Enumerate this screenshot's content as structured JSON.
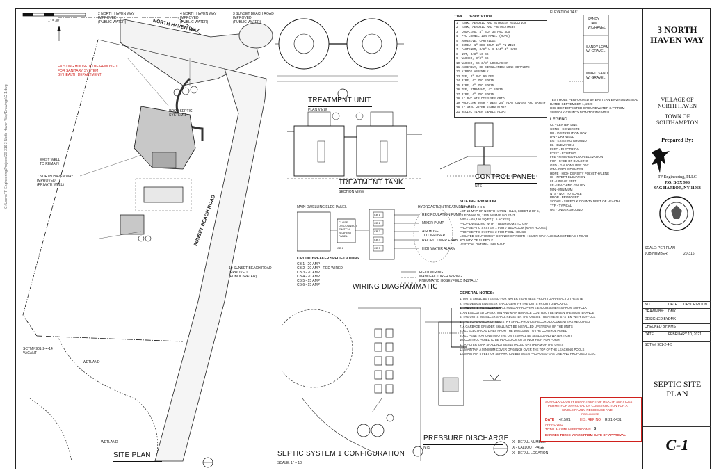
{
  "titleblock": {
    "project_title": "3 NORTH HAVEN WAY",
    "municipality": "VILLAGE OF NORTH HAVEN",
    "town": "TOWN OF SOUTHAMPTON",
    "prepared_by_label": "Prepared By:",
    "firm_name": "TF Engineering, PLLC",
    "firm_po": "P.O. BOX 996",
    "firm_city": "SAG HARBOR, NY 11963",
    "scale": "SCALE: PER PLAN",
    "job_number_label": "JOB NUMBER:",
    "job_number": "20-316",
    "rev_no": "NO.",
    "rev_date": "DATE",
    "rev_description": "DESCRIPTION",
    "drawn_by": "DRAWN BY:",
    "drawn_by_val": "DMK",
    "designed_by": "DESIGNED BY:",
    "designed_by_val": "DMK",
    "checked_by": "CHECKED BY:",
    "checked_by_val": "KMS",
    "date_label": "DATE:",
    "date_val": "FEBRUARY 10, 2021",
    "sctm": "SCTM# 901-2-4-5",
    "sheet_title": "SEPTIC SITE PLAN",
    "sheet_number": "C-1"
  },
  "views": {
    "site_plan": "SITE PLAN",
    "treatment_unit": "TREATMENT UNIT",
    "treatment_tank": "TREATMENT TANK",
    "control_panel": "CONTROL PANEL",
    "wiring": "WIRING DIAGRAMMATIC",
    "septic_config": "SEPTIC SYSTEM 1 CONFIGURATION",
    "pressure_discharge": "PRESSURE DISCHARGE",
    "plan_view": "PLAN VIEW",
    "section_view": "SECTION VIEW",
    "nts": "NTS",
    "scale_1_10": "SCALE: 1\" = 10'"
  },
  "site_labels": {
    "road1": "NORTH HAVEN WAY",
    "road2": "SUNSET BEACH ROAD",
    "wetland": "WETLAND",
    "vacant": "VACANT",
    "scale_bar": "1\" = 30'",
    "north_haven_way_1": "2 NORTH HAVEN WAY\nIMPROVED\n(PUBLIC WATER)",
    "north_haven_way_4": "4 NORTH HAVEN WAY\nIMPROVED\n(PUBLIC WATER)",
    "sunset_beach_3": "3 SUNSET BEACH ROAD\nIMPROVED\n(PUBLIC WATER)",
    "sunset_beach_10": "10 SUNSET BEACH ROAD\nIMPROVED\n(PUBLIC WATER)",
    "exist_well": "EXIST WELL\nTO REMAIN",
    "north_haven_7": "7 NORTH HAVEN WAY\nIMPROVED\n(PRIVATE WELL)",
    "prop_septic": "PROP SEPTIC\nSYSTEM 1",
    "red_note": "EXISTING HOUSE TO BE REMOVED\nFOR SANITARY SYSTEM\nBY HEALTH DEPARTMENT",
    "sctm_left": "SCTM# 901-2-4-14\nVACANT"
  },
  "notes": {
    "site_info_heading": "SITE INFORMATION",
    "site_info": "SCTM# 901-2-4-5\nLOT 1B MAP OF NORTH HAVEN HILLS, SHEET 2 OF 5,\nFILED MAY 18, 1955 AS MAP NO 2443.\nAREA = 65,160 SQ FT (1.5 ACRES)\nPROP DWELLING WITH 7 BEDROOMS TO GFA\nPROP SEPTIC SYSTEM 1 FOR 7 BEDROOM (MAIN HOUSE)\nPROP SEPTIC SYSTEM 2 FOR POOL HOUSE\nLOCATED SOUTHWEST CORNER OF NORTH HAVEN WAY AND SUNSET BEACH ROAD\nCOUNTY OF SUFFOLK\nVERTICAL DATUM - 1988 NAVD",
    "general_heading": "GENERAL NOTES:",
    "general": "1. UNITS SHALL BE TESTED FOR WATER TIGHTNESS PRIOR TO ARRIVAL TO THE SITE\n2. THE DESIGN ENGINEER SHALL CERTIFY THE UNITS PRIOR TO BACKFILL\n3. THE UNITS INSTALLER SHALL HOLD APPROPRIATE ENDORSEMENTS FROM SUFFOLK\n4. AN EXECUTED OPERATION AND MAINTENANCE CONTRACT BETWEEN THE MAINTENANCE\n5. THE UNITS INSTALLER SHALL REGISTER THE ONSITE TREATMENT SYSTEM WITH SUFFOLK\n6. THE SUPERVISOR OF REGISTRY SHALL PROVIDE RECORD DOCUMENTS AS REQUIRED\n7. A GARBAGE GRINDER SHALL NOT BE INSTALLED UPSTREAM OF THE UNITS\n8. ALL ELECTRICAL LINES FROM THE DWELLING TO THE CONTROL PANEL\n9. ALL PENETRATIONS INTO THE UNITS SHALL BE SEALED AND WATER TIGHT\n10. CONTROL PANEL TO BE PLACED ON AN 18 INCH HIGH PLATFORM\n11. A FILTER TANK SHALL NOT BE INSTALLED UPSTREAM OF THE UNITS\n12. MAINTAIN A MINIMUM COVER OF 6 INCH OVER THE TOP OF THE LEACHING POOLS\n13. MAINTAIN 5 FEET OF SEPARATION BETWEEN PROPOSED GAS LINE AND PROPOSED ELEC",
    "legend_heading": "LEGEND",
    "legend": "CL - CENTER LINE\nCONC - CONCRETE\nDB - DISTRIBUTION BOX\nDW - DRY WELL\nEG - EXISTING GROUND\nEL - ELEVATION\nELEC - ELECTRICAL\nEXIST - EXISTING\nFFE - FINISHED FLOOR ELEVATION\nFOF - FACE OF BUILDING\nGPD - GALLONS PER DAY\nGW - GROUNDWATER\nHDPE - HIGH DENSITY POLYETHYLENE\nIE - INVERT ELEVATION\nLF - LINEAR FEET\nLP - LEACHING GALLEY\nMIN - MINIMUM\nNTS - NOT TO SCALE\nPROP - PROPOSED\nSCDHS - SUFFOLK COUNTY DEPT OF HEALTH\nTYP - TYPICAL\nUG - UNDERGROUND",
    "test_hole": "TEST HOLE PERFORMED BY EASTERN ENVIRONMENTAL\nDATED SEPTEMBER 1, 2020\nHIGHEST EXPECTED GROUNDWATER 3.7' FROM\nSUFFOLK COUNTY MONITORING WELL",
    "elevation_label": "ELEVATION 14.8'",
    "soil_1": "SANDY\nLOAM\nW/GRAVEL",
    "soil_2": "SANDY LOAM\nW/ GRAVEL",
    "soil_3": "MIXED SAND\nW/ GRAVEL",
    "parts_table_title": "ITEM   DESCRIPTION",
    "parts_table": "1  TANK, AEROBIC AND NITROGEN REDUCTION\n2  TANK, AEROBIC AND PRETREATMENT\n3  COUPLING, 4\" SCH 35 PVC SDS\n4  PVC CONNECTION PANEL (HDPE)\n5  ADHESIVE, CARTRIDGE\n6  SCREW, 1\" HEX BOLT 18\" PN ZINC\n7  FASTENER, 3/8\" W X 3/4\" 4\" HVCS\n8  NUT, 3/8\" 16 SS\n9  WASHER, 3/8\" SS\n10 WASHER, SS 3/8\" LOCKWASHER\n11 ASSEMBLY, RE-CIRCULATION LINE COMPLETE\n12 AIRBOX ASSEMBLY\n13 TEE, 4\" PVC 90 DEG\n14 PIPE, 4\" PVC SDR35\n15 PIPE, 4\" PVC SDR35\n16 TEE, STRAIGHT, 4\" SDR35\n17 PIPE, 4\" PVC SDR35\n18 1\" PVC AIR DIFFUSER GRID\n19 POLYLINK 3000 - WEST 24\" FLAT COVERS AND SAFETY GRATING\n20 1\" HIGH WATER ALARM FLOAT\n21 RECIRC TIMER ENABLE FLOAT"
  },
  "wiring": {
    "main_panel": "MAIN DWELLING ELEC PANEL",
    "disconnect": "CLOSE\nDISCONNECT\nSWITCH\nNEAREST\nPANEL",
    "hydro_panel": "HYDROACTION TREATMENT UNIT",
    "cb_labels": [
      "CB 1",
      "CB 2",
      "CB 3",
      "CB 4",
      "CB 5",
      "CB 6"
    ],
    "components": [
      "RECIRCULATION PUMP",
      "MIXER PUMP",
      "AIR HOSE\nTO DIFFUSER",
      "RECIRC TIMER ENABLED",
      "HIGHWATER ALARM"
    ],
    "breaker_heading": "CIRCUIT BREAKER SPECIFICATIONS",
    "breaker_spec": "CB 1 - 20 AMP\nCB 2 - 20 AMP - RED WIRED\nCB 3 - 20 AMP\nCB 4 - 20 AMP\nCB 5 - 15 AMP\nCB 6 - 15 AMP",
    "wire_legend": "FIELD WIRING\nMANUFACTURER WIRING\nPNEUMATIC HOSE (FIELD INSTALL)"
  },
  "health_stamp": {
    "heading": "SUFFOLK COUNTY DEPARTMENT OF HEALTH SERVICES",
    "line1": "PERMIT FOR APPROVAL OF CONSTRUCTION FOR A",
    "line2": "SINGLE FAMILY RESIDENCE AND",
    "line3": "POOLHOUSE",
    "date_label": "DATE",
    "date_val": "4/15/21",
    "ref_label": "H.S. REF NO.",
    "ref_val": "R-21-0431",
    "approved": "APPROVED",
    "bedrooms": "TOTAL MAXIMUM BEDROOMS",
    "bedrooms_val": "8",
    "expires": "EXPIRES THREE YEARS FROM DATE OF APPROVAL"
  },
  "symbols": {
    "detail_number": "X - DETAIL NUMBER",
    "callout_page": "X - CALLOUT PAGE",
    "detail_location": "X - DETAIL LOCATION"
  }
}
